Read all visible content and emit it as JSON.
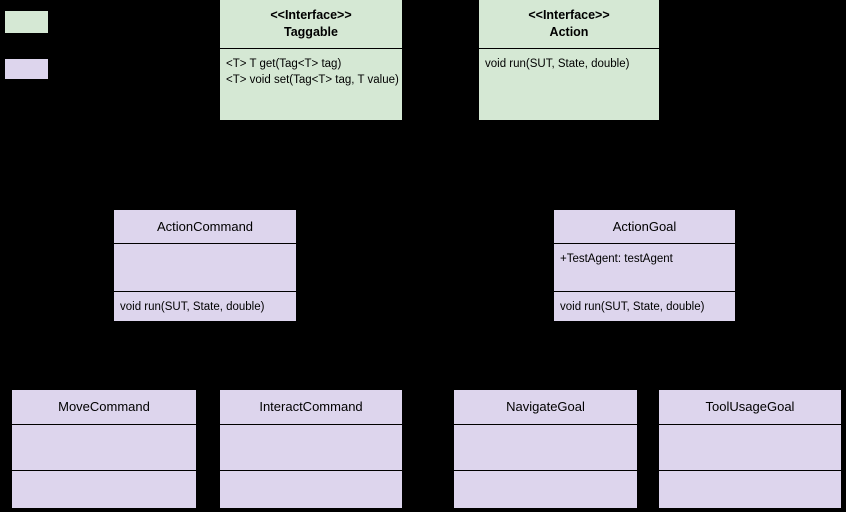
{
  "diagram": {
    "title": "UML class diagram",
    "background_color": "#000000",
    "colors": {
      "interface_fill": "#d5e8d4",
      "class_fill": "#ddd5ed",
      "border": "#000000",
      "text": "#000000"
    }
  },
  "legend": {
    "items": [
      {
        "name": "interface-swatch",
        "color": "#d5e8d4",
        "label": ""
      },
      {
        "name": "class-swatch",
        "color": "#ddd5ed",
        "label": ""
      }
    ]
  },
  "classes": [
    {
      "id": "taggable",
      "stereotype": "<<Interface>>",
      "name": "Taggable",
      "fill": "#d5e8d4",
      "attributes": [],
      "methods": [
        "<T> T get(Tag<T> tag)",
        "<T> void set(Tag<T> tag, T value)"
      ]
    },
    {
      "id": "action",
      "stereotype": "<<Interface>>",
      "name": "Action",
      "fill": "#d5e8d4",
      "attributes": [],
      "methods": [
        "void run(SUT, State, double)"
      ]
    },
    {
      "id": "action-command",
      "stereotype": "",
      "name": "ActionCommand",
      "fill": "#ddd5ed",
      "attributes": [],
      "methods": [
        "void run(SUT, State, double)"
      ]
    },
    {
      "id": "action-goal",
      "stereotype": "",
      "name": "ActionGoal",
      "fill": "#ddd5ed",
      "attributes": [
        "+TestAgent: testAgent"
      ],
      "methods": [
        "void run(SUT, State, double)"
      ]
    },
    {
      "id": "move-command",
      "stereotype": "",
      "name": "MoveCommand",
      "fill": "#ddd5ed",
      "attributes": [],
      "methods": []
    },
    {
      "id": "interact-command",
      "stereotype": "",
      "name": "InteractCommand",
      "fill": "#ddd5ed",
      "attributes": [],
      "methods": []
    },
    {
      "id": "navigate-goal",
      "stereotype": "",
      "name": "NavigateGoal",
      "fill": "#ddd5ed",
      "attributes": [],
      "methods": []
    },
    {
      "id": "tool-usage-goal",
      "stereotype": "",
      "name": "ToolUsageGoal",
      "fill": "#ddd5ed",
      "attributes": [],
      "methods": []
    }
  ]
}
